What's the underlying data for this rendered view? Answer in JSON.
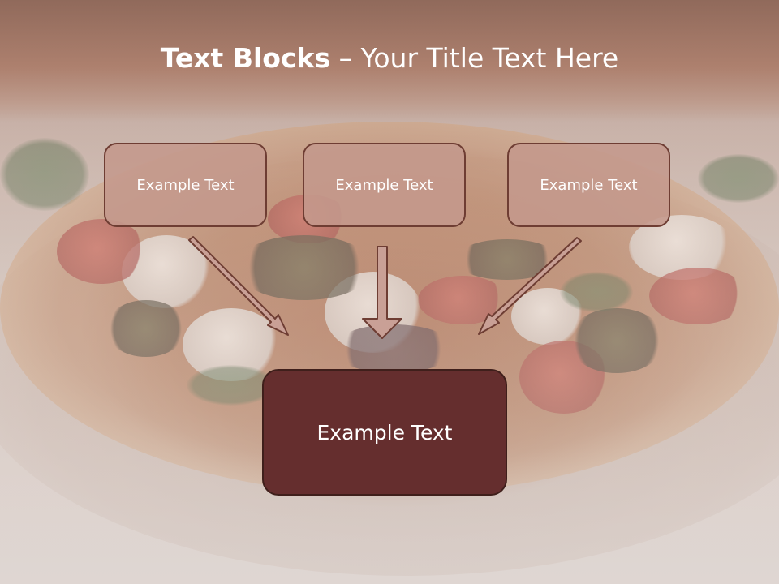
{
  "slide": {
    "title_bold": "Text Blocks",
    "title_rest": " – Your Title Text Here",
    "boxes": [
      {
        "label": "Example Text"
      },
      {
        "label": "Example Text"
      },
      {
        "label": "Example Text"
      }
    ],
    "main_box": {
      "label": "Example Text"
    }
  },
  "colors": {
    "small_box_fill": "#c4988c",
    "small_box_border": "#6e3d33",
    "main_box_fill": "#652e2e",
    "arrow_fill": "#c9a096",
    "arrow_stroke": "#6e3d33"
  },
  "icons": [
    "arrow-down-right-icon",
    "arrow-down-icon",
    "arrow-down-left-icon"
  ]
}
